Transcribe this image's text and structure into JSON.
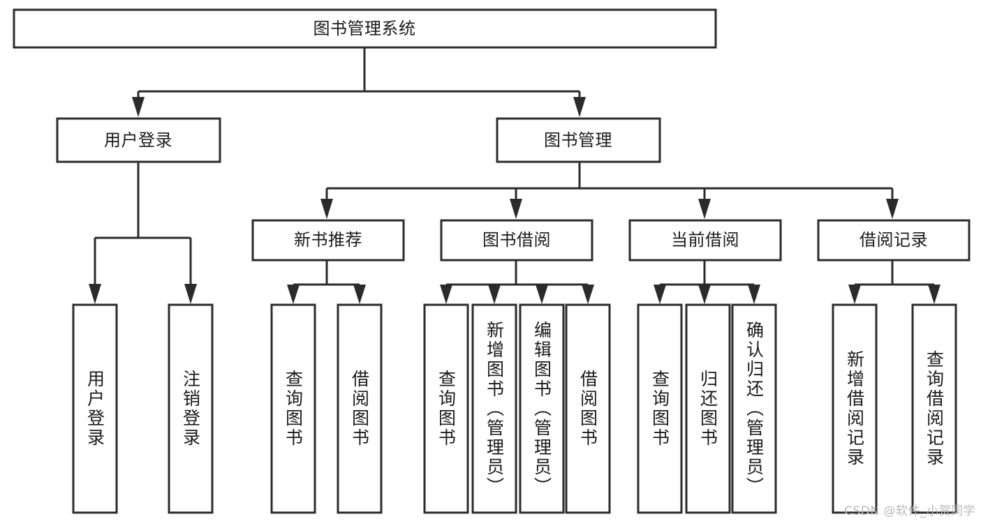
{
  "diagram": {
    "title": "图书管理系统",
    "watermark": "CSDN @软件_小贺同学",
    "colors": {
      "box_stroke": "#2b2b2b",
      "box_fill": "#ffffff",
      "text": "#1a1a1a",
      "background": "#ffffff",
      "watermark": "#b9b9b9"
    },
    "levels": {
      "root": "图书管理系统",
      "level2": [
        "用户登录",
        "图书管理"
      ],
      "level3": [
        "新书推荐",
        "图书借阅",
        "当前借阅",
        "借阅记录"
      ]
    },
    "nodes": {
      "root": {
        "label": "图书管理系统"
      },
      "user_login": {
        "label": "用户登录"
      },
      "book_manage": {
        "label": "图书管理"
      },
      "new_book_rec": {
        "label": "新书推荐"
      },
      "book_borrow": {
        "label": "图书借阅"
      },
      "current_borrow": {
        "label": "当前借阅"
      },
      "borrow_record": {
        "label": "借阅记录"
      },
      "leaf_user_login": {
        "label": "用户登录"
      },
      "leaf_logout": {
        "label": "注销登录"
      },
      "leaf_query_book_1": {
        "label": "查询图书"
      },
      "leaf_borrow_book_1": {
        "label": "借阅图书"
      },
      "leaf_query_book_2": {
        "label": "查询图书"
      },
      "leaf_add_book": {
        "label": "新增图书（管理员）"
      },
      "leaf_edit_book": {
        "label": "编辑图书（管理员）"
      },
      "leaf_borrow_book_2": {
        "label": "借阅图书"
      },
      "leaf_query_book_3": {
        "label": "查询图书"
      },
      "leaf_return_book": {
        "label": "归还图书"
      },
      "leaf_confirm_return": {
        "label": "确认归还（管理员）"
      },
      "leaf_add_record": {
        "label": "新增借阅记录"
      },
      "leaf_query_record": {
        "label": "查询借阅记录"
      }
    }
  },
  "chart_data": {
    "type": "tree-diagram",
    "title": "图书管理系统",
    "orientation": "top-down",
    "tree": {
      "label": "图书管理系统",
      "children": [
        {
          "label": "用户登录",
          "children": [
            {
              "label": "用户登录",
              "children": []
            },
            {
              "label": "注销登录",
              "children": []
            }
          ]
        },
        {
          "label": "图书管理",
          "children": [
            {
              "label": "新书推荐",
              "children": [
                {
                  "label": "查询图书",
                  "children": []
                },
                {
                  "label": "借阅图书",
                  "children": []
                }
              ]
            },
            {
              "label": "图书借阅",
              "children": [
                {
                  "label": "查询图书",
                  "children": []
                },
                {
                  "label": "新增图书（管理员）",
                  "children": []
                },
                {
                  "label": "编辑图书（管理员）",
                  "children": []
                },
                {
                  "label": "借阅图书",
                  "children": []
                }
              ]
            },
            {
              "label": "当前借阅",
              "children": [
                {
                  "label": "查询图书",
                  "children": []
                },
                {
                  "label": "归还图书",
                  "children": []
                },
                {
                  "label": "确认归还（管理员）",
                  "children": []
                }
              ]
            },
            {
              "label": "借阅记录",
              "children": [
                {
                  "label": "新增借阅记录",
                  "children": []
                },
                {
                  "label": "查询借阅记录",
                  "children": []
                }
              ]
            }
          ]
        }
      ]
    }
  }
}
